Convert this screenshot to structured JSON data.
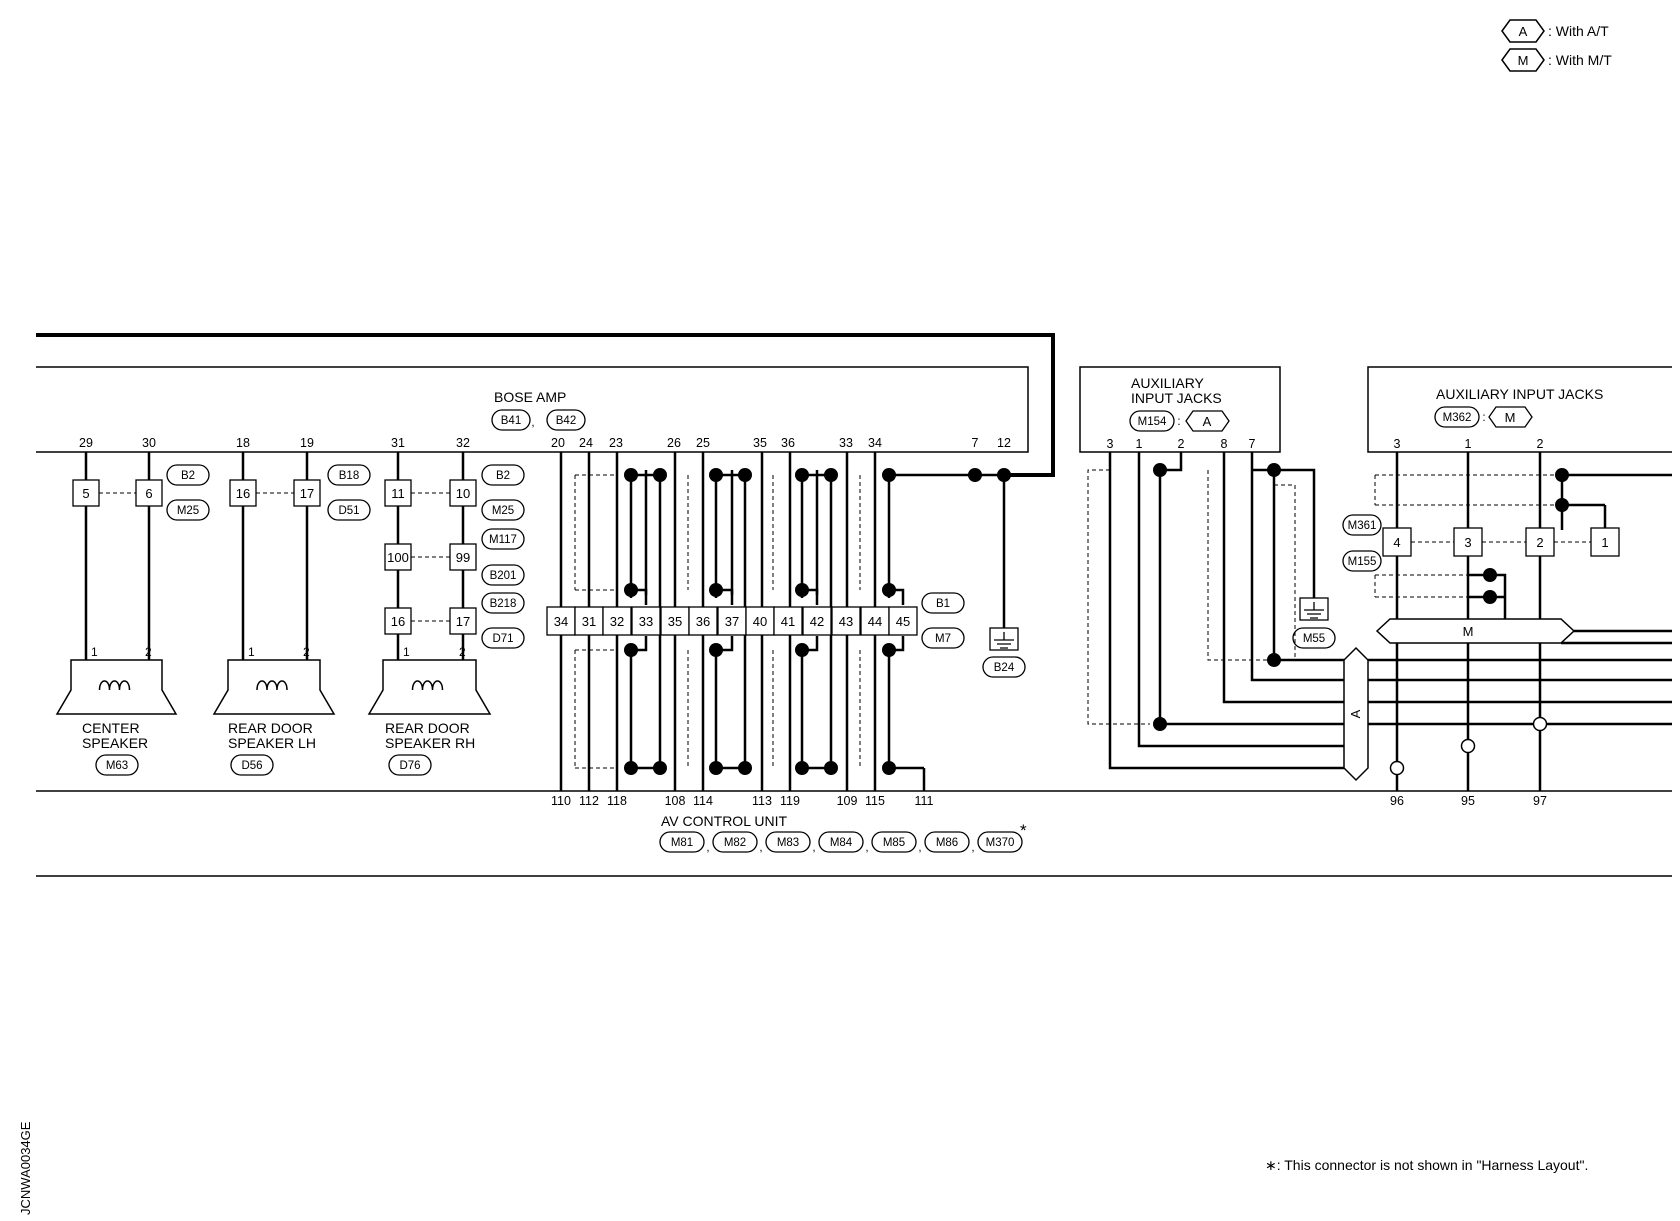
{
  "legend": [
    {
      "tag": "A",
      "text": ": With A/T"
    },
    {
      "tag": "M",
      "text": ": With M/T"
    }
  ],
  "bose_amp": {
    "title": "BOSE AMP",
    "conn1": "B41",
    "conn2": "B42",
    "sep": ",",
    "pins": [
      "29",
      "30",
      "18",
      "19",
      "31",
      "32",
      "20",
      "24",
      "23",
      "26",
      "25",
      "35",
      "36",
      "33",
      "34",
      "7",
      "12"
    ]
  },
  "aux_at": {
    "title_l1": "AUXILIARY",
    "title_l2": "INPUT JACKS",
    "conn": "M154",
    "sep": ":",
    "tag": "A",
    "pins": [
      "3",
      "1",
      "2",
      "8",
      "7"
    ]
  },
  "aux_mt": {
    "title": "AUXILIARY INPUT JACKS",
    "conn": "M362",
    "sep": ":",
    "tag": "M",
    "pins": [
      "3",
      "1",
      "2"
    ]
  },
  "speakers": [
    {
      "l1": "CENTER",
      "l2": "SPEAKER",
      "conn": "M63",
      "p1": "1",
      "p2": "2"
    },
    {
      "l1": "REAR DOOR",
      "l2": "SPEAKER LH",
      "conn": "D56",
      "p1": "1",
      "p2": "2"
    },
    {
      "l1": "REAR DOOR",
      "l2": "SPEAKER RH",
      "conn": "D76",
      "p1": "1",
      "p2": "2"
    }
  ],
  "joints": {
    "center": {
      "a": "5",
      "b": "6",
      "c1": "B2",
      "c2": "M25"
    },
    "rearlh": {
      "a": "16",
      "b": "17",
      "c1": "B18",
      "c2": "D51"
    },
    "rearrh1": {
      "a": "11",
      "b": "10",
      "c1": "B2",
      "c2": "M25"
    },
    "rearrh2": {
      "a": "100",
      "b": "99",
      "c1": "M117",
      "c2": "B201"
    },
    "rearrh3": {
      "a": "16",
      "b": "17",
      "c1": "B218",
      "c2": "D71"
    }
  },
  "mid_connector": {
    "pins": [
      "34",
      "31",
      "32",
      "33",
      "35",
      "36",
      "37",
      "40",
      "41",
      "42",
      "43",
      "44",
      "45"
    ],
    "c1": "B1",
    "c2": "M7"
  },
  "ground_b24": "B24",
  "ground_m55": "M55",
  "mt_connector": {
    "pins": [
      "4",
      "3",
      "2",
      "1"
    ],
    "c1": "M361",
    "c2": "M155"
  },
  "bus_m": "M",
  "bus_a": "A",
  "av_unit": {
    "title": "AV CONTROL UNIT",
    "conns": [
      "M81",
      "M82",
      "M83",
      "M84",
      "M85",
      "M86",
      "M370"
    ],
    "seps": [
      ",",
      ",",
      ",",
      ",",
      ",",
      ","
    ],
    "star": "*",
    "pins": [
      "110",
      "112",
      "118",
      "108",
      "114",
      "113",
      "119",
      "109",
      "115",
      "111",
      "96",
      "95",
      "97"
    ]
  },
  "footnote": "∗: This connector is not shown in \"Harness Layout\".",
  "side_code": "JCNWA0034GE"
}
